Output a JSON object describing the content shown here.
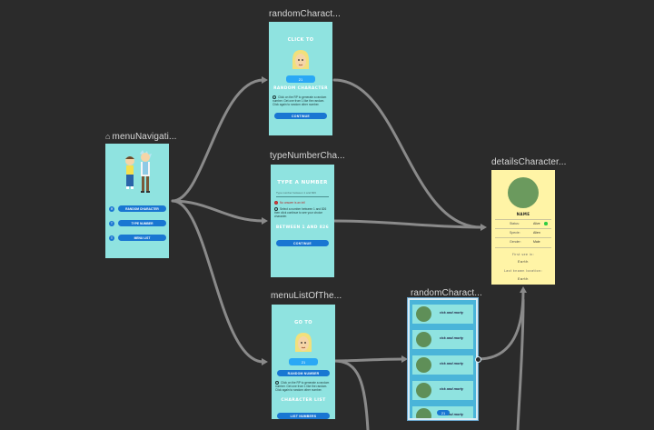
{
  "nodes": {
    "menu": {
      "title": "menuNavigati...",
      "buttons": [
        "RANDOM CHARACTER",
        "TYPE NUMBER",
        "MENU LIST"
      ]
    },
    "random": {
      "title": "randomCharact...",
      "click_to": "CLICK TO",
      "badge": "21",
      "heading": "RANDOM CHARACTER",
      "info": "Click on the RP to generate a random number. Get one from 1 like the random. Click again to random other number.",
      "button": "CONTINUE"
    },
    "type": {
      "title": "typeNumberCha...",
      "heading": "TYPE A NUMBER",
      "input_placeholder": "Type number between 1 and 826",
      "error": "No answer is an int!",
      "info": "Select a number between 1 and 826 then click continue to see your choice character.",
      "range": "BETWEEN 1 AND 826",
      "button": "CONTINUE"
    },
    "menuList": {
      "title": "menuListOfThe...",
      "go_to": "GO TO",
      "badge": "21",
      "button1": "RANDOM NUMBER",
      "info": "Click on the RP to generate a random number. Get one from 1 like the random. Click again to random other number.",
      "heading": "CHARACTER LIST",
      "button2": "LIST NUMBERS"
    },
    "randomList": {
      "title": "randomCharact...",
      "items": [
        "rick and morty",
        "rick and morty",
        "rick and morty",
        "rick and morty",
        "rick and morty"
      ],
      "badge": "21"
    },
    "details": {
      "title": "detailsCharacter...",
      "name": "NAME",
      "rows": [
        {
          "k": "Status:",
          "v": "Alive"
        },
        {
          "k": "Specie:",
          "v": "Alien"
        },
        {
          "k": "Gender:",
          "v": "Male"
        }
      ],
      "first_seen_label": "First see in:",
      "first_seen": "Earth",
      "last_known_label": "Last known location:",
      "last_known": "Earth"
    }
  },
  "colors": {
    "background": "#2b2b2b",
    "screen": "#8fe3e0",
    "accent": "#1976d2",
    "detail_bg": "#fff4a6",
    "edge": "#8a8a8a"
  }
}
